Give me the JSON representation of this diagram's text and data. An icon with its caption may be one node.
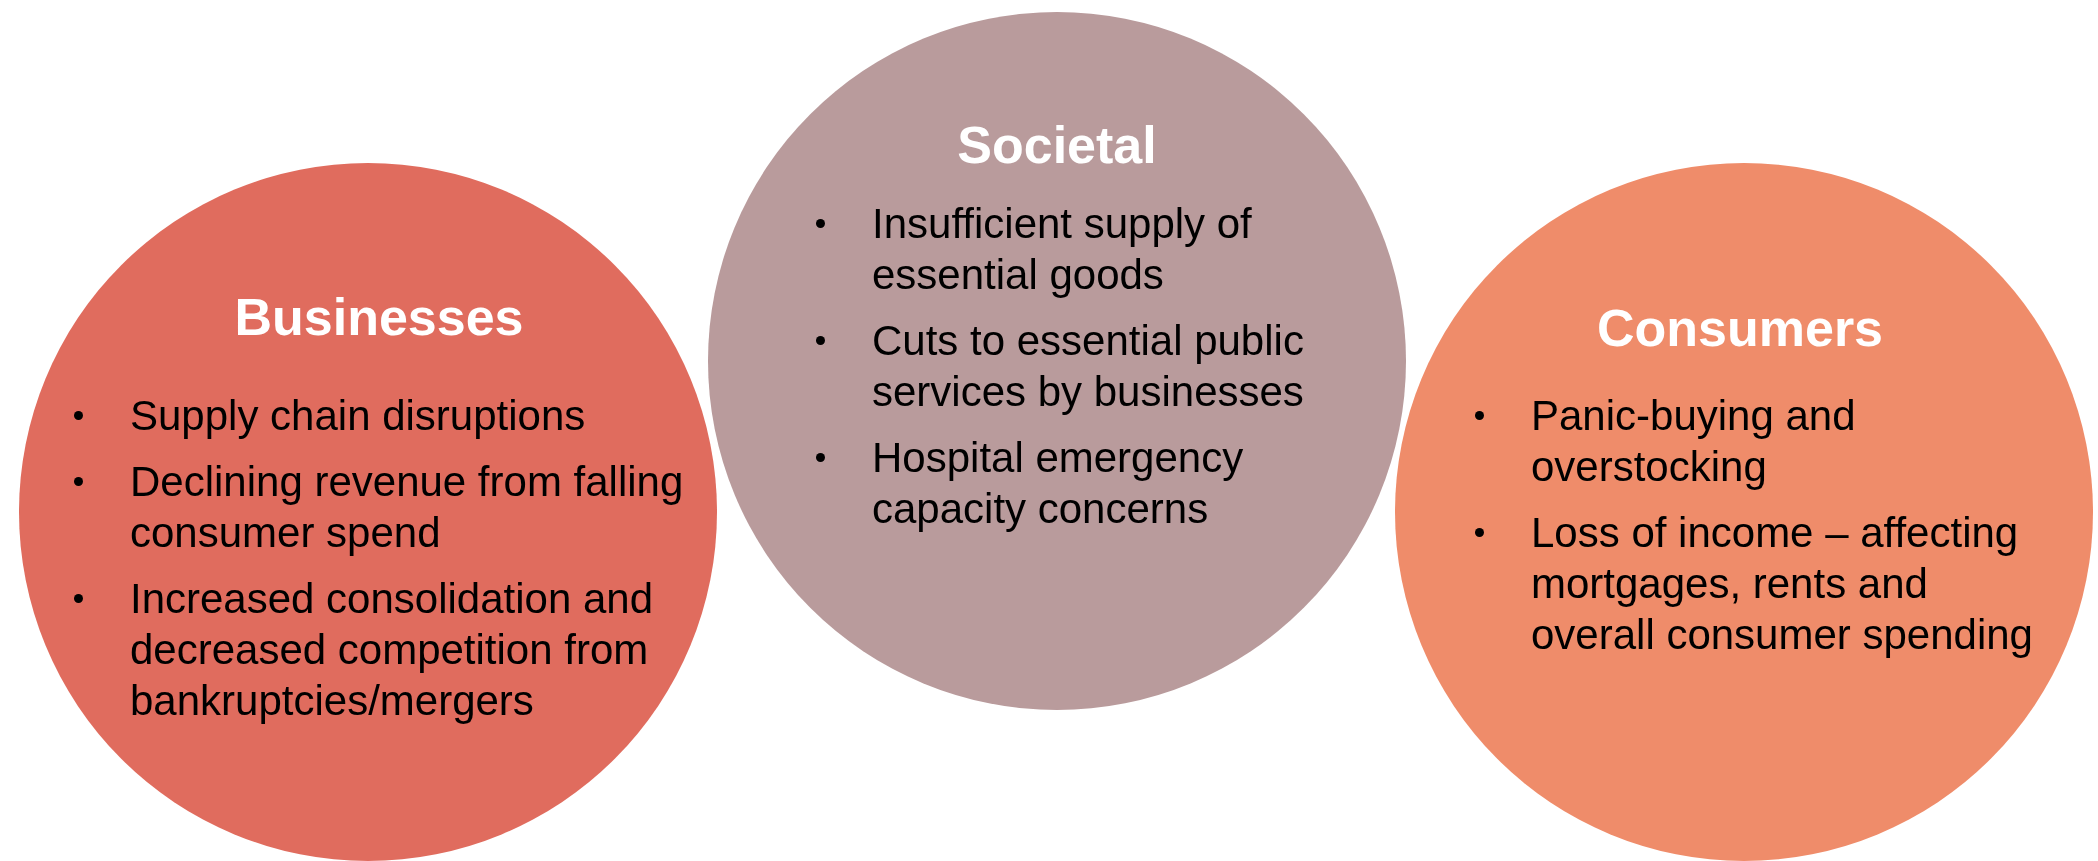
{
  "diagram": {
    "nodes": [
      {
        "text": [
          "Businesses",
          "Supply chain disruptions",
          "Declining revenue from falling consumer spend",
          "Increased consolidation and decreased competition from bankruptcies/mergers"
        ]
      },
      {
        "text": [
          "Societal",
          "Insufficient supply of essential goods",
          "Cuts to essential public services by businesses",
          "Hospital emergency capacity concerns"
        ]
      },
      {
        "text": [
          "Consumers",
          "Panic-buying and overstocking",
          "Loss of income – affecting mortgages, rents and overall consumer spending"
        ]
      }
    ]
  }
}
